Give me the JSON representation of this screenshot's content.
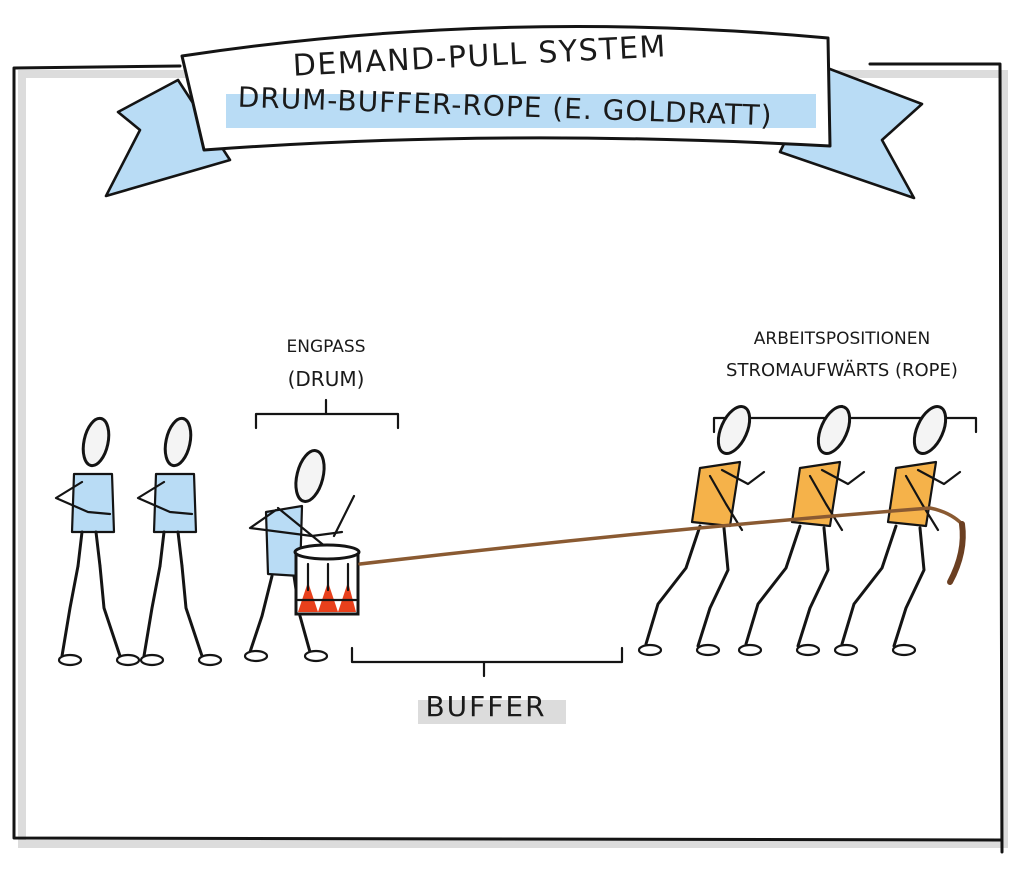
{
  "banner": {
    "line1": "Demand-Pull System",
    "line2": "Drum-Buffer-Rope (E. Goldratt)"
  },
  "labels": {
    "drum_line1": "Engpass",
    "drum_line2": "(Drum)",
    "rope_line1": "Arbeitspositionen",
    "rope_line2": "stromaufwärts (Rope)",
    "buffer": "Buffer"
  },
  "colors": {
    "banner_blue": "#b9dcf5",
    "shirt_blue": "#b9dcf5",
    "shirt_orange": "#f5b24a",
    "drum_red": "#e8401c",
    "rope_brown": "#8a5a32",
    "shadow_gray": "#dcdcdc"
  }
}
